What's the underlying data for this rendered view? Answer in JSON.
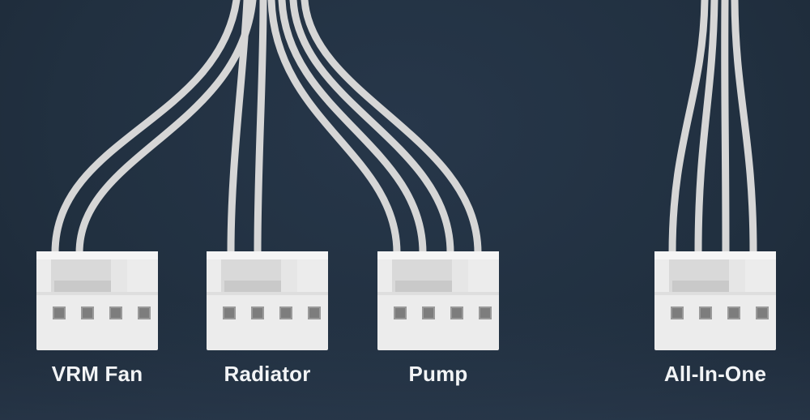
{
  "connectors": [
    {
      "label": "VRM Fan",
      "wires": 2
    },
    {
      "label": "Radiator",
      "wires": 2
    },
    {
      "label": "Pump",
      "wires": 4
    },
    {
      "label": "All-In-One",
      "wires": 4
    }
  ],
  "colors": {
    "background": "#22303f",
    "wire": "#dcdcdc",
    "connector": "#ebebeb",
    "label": "#f2f4f6"
  }
}
